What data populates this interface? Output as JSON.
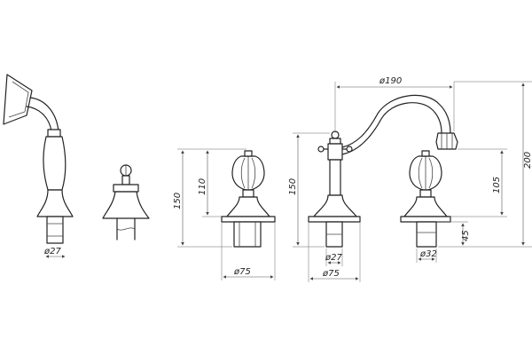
{
  "dimensions": {
    "spout_width": "ø190",
    "overall_height": "200",
    "spout_height": "105",
    "valve_height_left": "150",
    "valve_height_mid": "150",
    "handle_height": "110",
    "shank_height": "45",
    "handshower_diameter": "ø27",
    "valve_base_left": "ø75",
    "spout_shank": "ø27",
    "spout_base": "ø75",
    "right_shank": "ø32"
  }
}
